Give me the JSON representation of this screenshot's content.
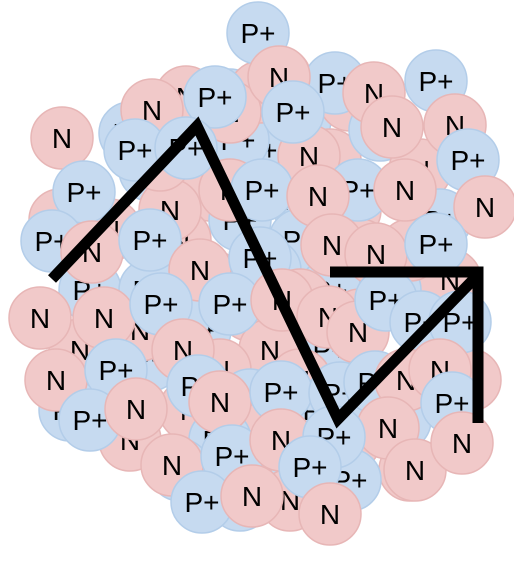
{
  "labels": {
    "proton": "P+",
    "neutron": "N"
  },
  "colors": {
    "background": "#ffffff",
    "proton_fill": "#c6daf0",
    "proton_stroke": "#b3cde9",
    "neutron_fill": "#f1c9c9",
    "neutron_stroke": "#e7b6b6",
    "label": "#000000",
    "arrow": "#000000"
  },
  "diagram": {
    "subject": "atomic nucleus of packed protons and neutrons",
    "arrow_style": "thick zig-zag line ending in an open arrowhead"
  }
}
